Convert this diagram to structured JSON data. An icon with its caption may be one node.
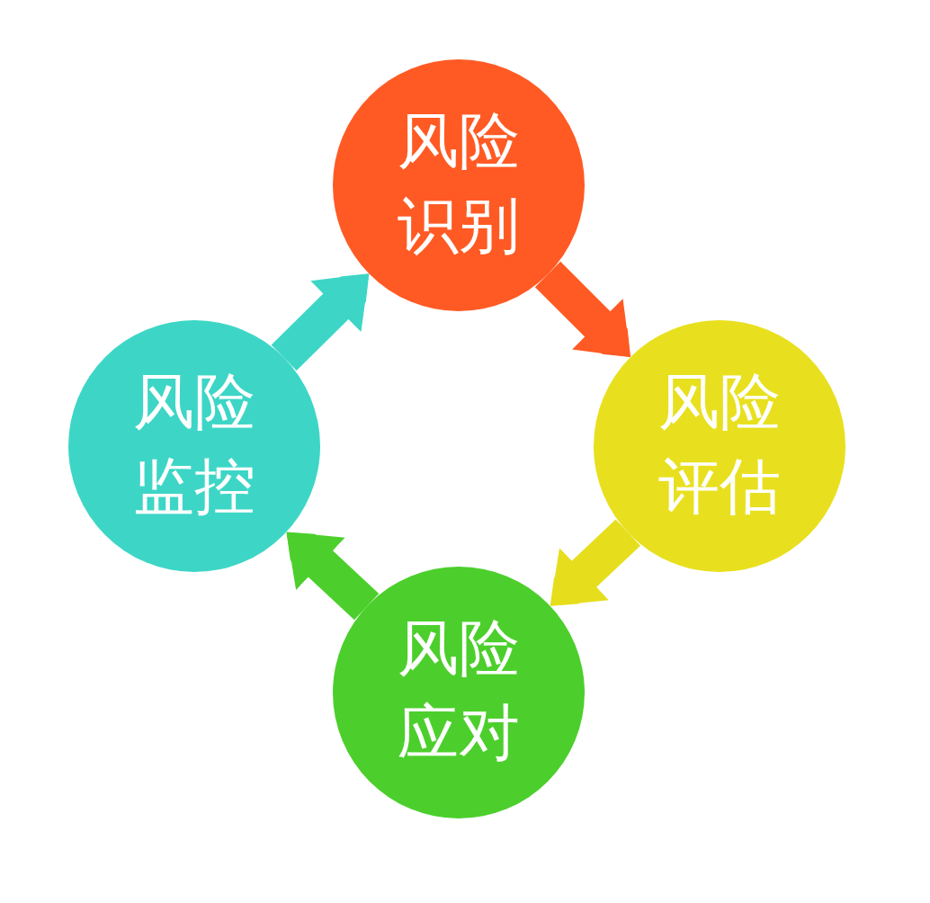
{
  "diagram": {
    "nodes": [
      {
        "text": [
          "风险识别"
        ]
      },
      {
        "text": [
          "风险评估"
        ]
      },
      {
        "text": [
          "风险应对"
        ]
      },
      {
        "text": [
          "风险监控"
        ]
      }
    ],
    "edges": [
      {
        "from": 0,
        "to": 1,
        "arrow": "to",
        "color": "#ff5a24"
      },
      {
        "from": 1,
        "to": 2,
        "arrow": "to",
        "color": "#e6de1c"
      },
      {
        "from": 2,
        "to": 3,
        "arrow": "to",
        "color": "#4ccf2c"
      },
      {
        "from": 3,
        "to": 0,
        "arrow": "to",
        "color": "#3dd6c6"
      }
    ]
  }
}
